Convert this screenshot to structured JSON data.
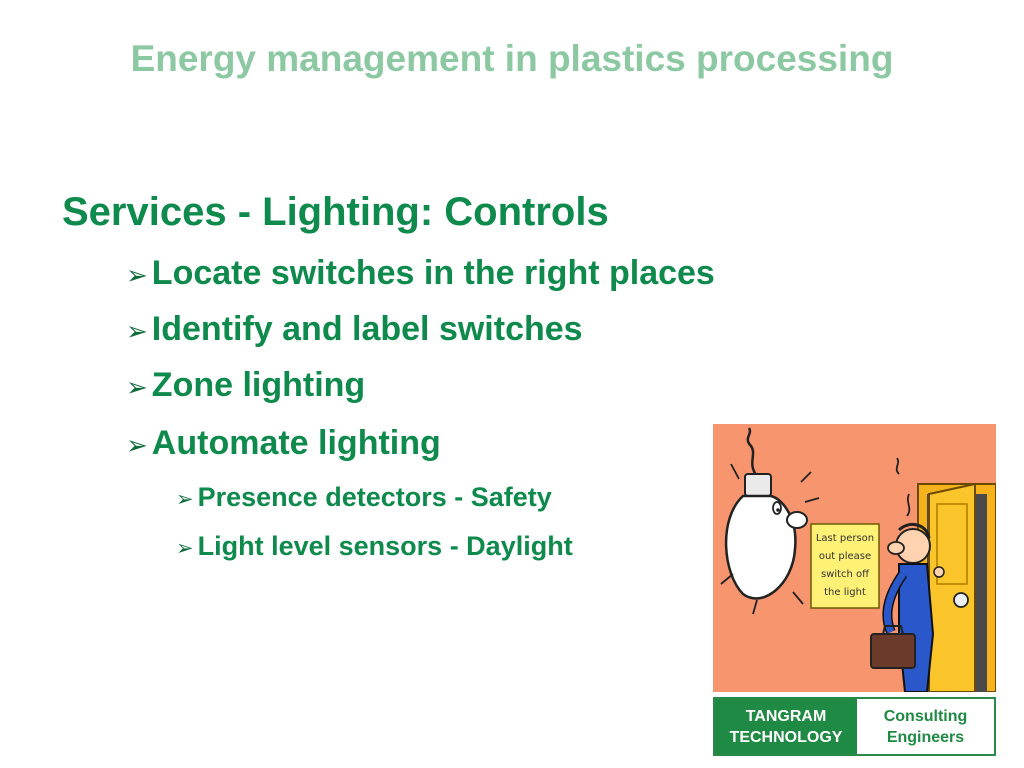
{
  "slide": {
    "title": "Energy management in plastics processing",
    "heading": "Services - Lighting: Controls",
    "bullets": [
      "Locate switches in the right places",
      "Identify and label switches",
      "Zone lighting",
      "Automate lighting"
    ],
    "sub_bullets": [
      "Presence detectors - Safety",
      "Light level sensors - Daylight"
    ],
    "arrow_glyph": "➢"
  },
  "cartoon": {
    "sign_lines": [
      "Last person",
      "out please",
      "switch off",
      "the light"
    ]
  },
  "logo": {
    "left_lines": [
      "TANGRAM",
      "TECHNOLOGY"
    ],
    "right_lines": [
      "Consulting",
      "Engineers"
    ]
  },
  "colors": {
    "title": "#8cc9a3",
    "text": "#0e8a4c",
    "cartoon_bg": "#f7956e",
    "logo_green": "#1f8a43"
  }
}
